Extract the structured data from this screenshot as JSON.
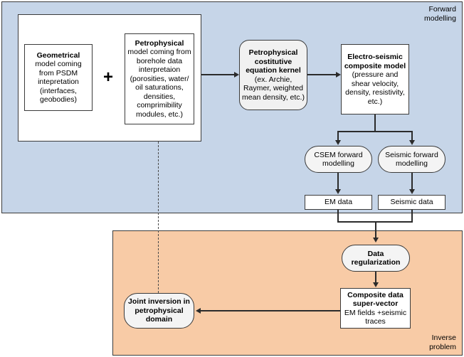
{
  "regions": {
    "forward": {
      "label": "Forward\nmodelling",
      "color": "#c6d5e8"
    },
    "inverse": {
      "label": "Inverse\nproblem",
      "color": "#f8cba6"
    }
  },
  "nodes": {
    "geometrical_model": {
      "title": "Geometrical",
      "body": "model coming from PSDM intepretation (interfaces, geobodies)"
    },
    "petrophysical_model": {
      "title": "Petrophysical",
      "body": "model coming from borehole data interpretaion (porosities, water/ oil saturations, densities, comprimibility modules, etc.)"
    },
    "plus": "+",
    "kernel": {
      "title": "Petrophysical costitutive equation kernel",
      "body": "(ex. Archie, Raymer, weighted mean density, etc.)"
    },
    "electro_seismic": {
      "title": "Electro-seismic composite model",
      "body": "(pressure and shear velocity, density, resistivity, etc.)"
    },
    "csem_forward": "CSEM forward modelling",
    "seismic_forward": "Seismic forward modelling",
    "em_data": "EM data",
    "seismic_data": "Seismic data",
    "data_regularization": "Data regularization",
    "composite_data": {
      "title": "Composite data super-vector",
      "body": "EM fields +seismic traces"
    },
    "joint_inversion": "Joint inversion in petrophysical domain"
  },
  "colors": {
    "forward_bg": "#c6d5e8",
    "inverse_bg": "#f8cba6",
    "node_bg": "#ffffff",
    "rounded_bg": "#f1f1f1",
    "stroke": "#3b3b3b"
  }
}
